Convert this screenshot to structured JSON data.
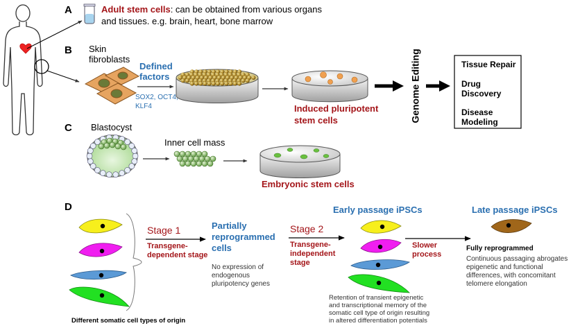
{
  "panel_labels": {
    "a": "A",
    "b": "B",
    "c": "C",
    "d": "D"
  },
  "panel_a": {
    "highlight": "Adult stem cells",
    "text_line1": ": can be obtained from various organs",
    "text_line2": "and tissues. e.g. brain, heart, bone marrow"
  },
  "panel_b": {
    "skin_line1": "Skin",
    "skin_line2": "fibroblasts",
    "defined_line1": "Defined",
    "defined_line2": "factors",
    "factors_line1": "SOX2, OCT4,",
    "factors_line2": "KLF4",
    "ipsc_line1": "Induced pluripotent",
    "ipsc_line2": "stem cells",
    "genome_editing": "Genome Editing"
  },
  "applications": {
    "item1": "Tissue Repair",
    "item2_line1": "Drug",
    "item2_line2": "Discovery",
    "item3_line1": "Disease",
    "item3_line2": "Modeling"
  },
  "panel_c": {
    "blastocyst": "Blastocyst",
    "inner_cell_mass": "Inner cell mass",
    "esc": "Embryonic stem cells"
  },
  "panel_d": {
    "stage1": "Stage 1",
    "stage1_sub_line1": "Transgene-",
    "stage1_sub_line2": "dependent stage",
    "partial_line1": "Partially",
    "partial_line2": "reprogrammed",
    "partial_line3": "cells",
    "no_expr_line1": "No expression of",
    "no_expr_line2": "endogenous",
    "no_expr_line3": "pluripotency genes",
    "stage2": "Stage 2",
    "stage2_sub_line1": "Transgene-",
    "stage2_sub_line2": "independent",
    "stage2_sub_line3": "stage",
    "early_title": "Early passage iPSCs",
    "slower_line1": "Slower",
    "slower_line2": "process",
    "late_title": "Late passage iPSCs",
    "fully": "Fully reprogrammed",
    "continuous_line1": "Continuous passaging abrogates",
    "continuous_line2": "epigenetic and functional",
    "continuous_line3": "differences, with concomitant",
    "continuous_line4": "telomere elongation",
    "retention_line1": "Retention of transient epigenetic",
    "retention_line2": "and transcriptional memory of the",
    "retention_line3": "somatic cell type of origin resulting",
    "retention_line4": "in altered differentiation potentials",
    "different_types": "Different somatic cell types of origin"
  },
  "colors": {
    "red_text": "#a4161a",
    "blue_text": "#2a6fb0",
    "cell_yellow": "#f7ef1c",
    "cell_magenta": "#f01ef0",
    "cell_blue": "#5b9ad6",
    "cell_green": "#22e022",
    "cell_brown": "#a0661a",
    "fibroblast": "#e0a060",
    "heart": "#ee2222"
  }
}
